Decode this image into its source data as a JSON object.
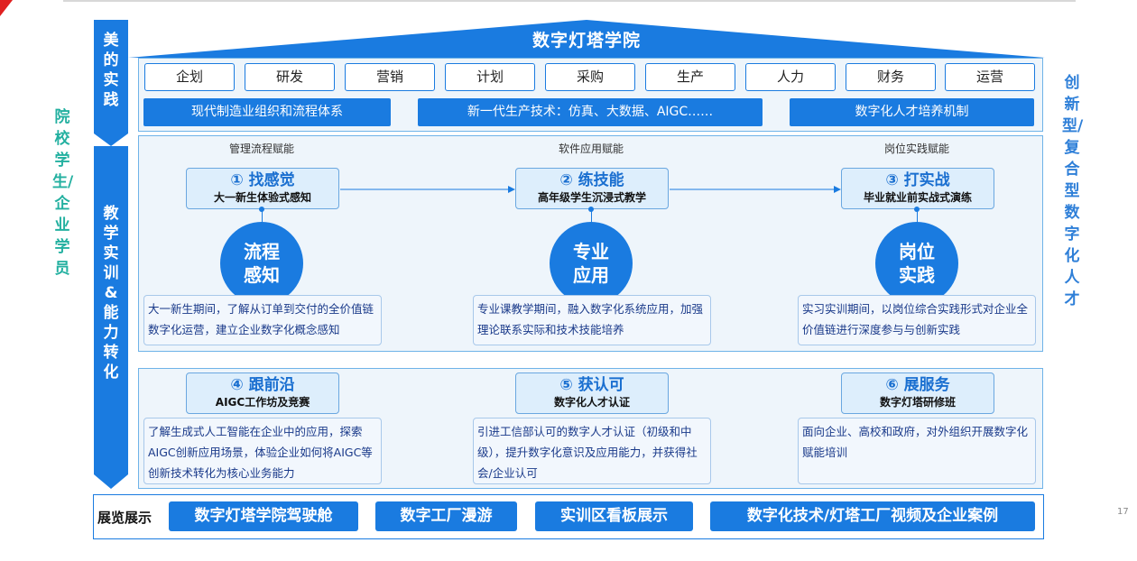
{
  "page_number": "17",
  "roof_title": "数字灯塔学院",
  "left_label": "院校学生/企业学员",
  "right_label": "创新型/复合型数字化人才",
  "band_top": "美的实践",
  "band_middle": "教学实训&能力转化",
  "departments": [
    "企划",
    "研发",
    "营销",
    "计划",
    "采购",
    "生产",
    "人力",
    "财务",
    "运营"
  ],
  "systems": [
    "现代制造业组织和流程体系",
    "新一代生产技术：仿真、大数据、AIGC……",
    "数字化人才培养机制"
  ],
  "captions": [
    "管理流程赋能",
    "软件应用赋能",
    "岗位实践赋能"
  ],
  "stages_top": [
    {
      "title": "① 找感觉",
      "sub": "大一新生体验式感知",
      "circle_line1": "流程",
      "circle_line2": "感知",
      "desc": "大一新生期间，了解从订单到交付的全价值链数字化运营，建立企业数字化概念感知"
    },
    {
      "title": "② 练技能",
      "sub": "高年级学生沉浸式教学",
      "circle_line1": "专业",
      "circle_line2": "应用",
      "desc": "专业课教学期间，融入数字化系统应用，加强理论联系实际和技术技能培养"
    },
    {
      "title": "③ 打实战",
      "sub": "毕业就业前实战式演练",
      "circle_line1": "岗位",
      "circle_line2": "实践",
      "desc": "实习实训期间，以岗位综合实践形式对企业全价值链进行深度参与与创新实践"
    }
  ],
  "stages_bottom": [
    {
      "title": "④ 跟前沿",
      "sub": "AIGC工作坊及竞赛",
      "desc": "了解生成式人工智能在企业中的应用，探索AIGC创新应用场景，体验企业如何将AIGC等创新技术转化为核心业务能力"
    },
    {
      "title": "⑤ 获认可",
      "sub": "数字化人才认证",
      "desc": "引进工信部认可的数字人才认证（初级和中级），提升数字化意识及应用能力，并获得社会/企业认可"
    },
    {
      "title": "⑥ 展服务",
      "sub": "数字灯塔研修班",
      "desc": "面向企业、高校和政府，对外组织开展数字化赋能培训"
    }
  ],
  "bottom_label": "展览展示",
  "exhibits": [
    "数字灯塔学院驾驶舱",
    "数字工厂漫游",
    "实训区看板展示",
    "数字化技术/灯塔工厂视频及企业案例"
  ],
  "colors": {
    "primary": "#1a7be0",
    "teal": "#23b0a0",
    "panel_bg": "#eef5fb"
  }
}
